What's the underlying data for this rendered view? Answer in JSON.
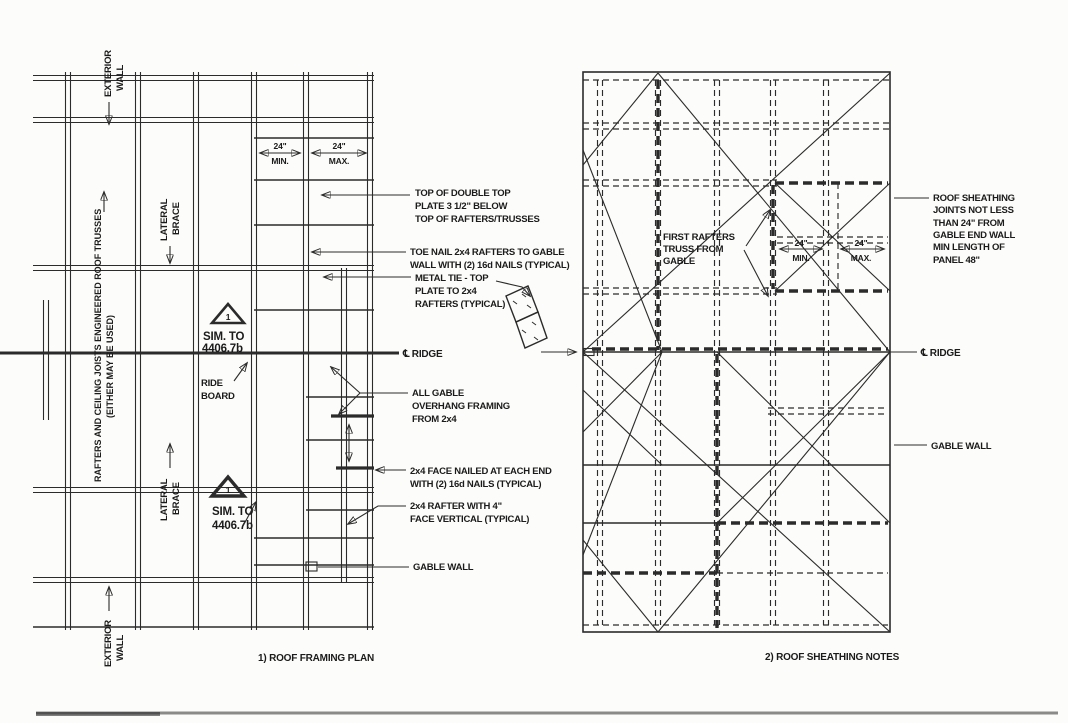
{
  "d1": {
    "caption": "1) ROOF FRAMING PLAN",
    "ext_wall_top_1": "EXTERIOR",
    "ext_wall_top_2": "WALL",
    "ext_wall_bot_1": "EXTERIOR",
    "ext_wall_bot_2": "WALL",
    "lat_brace_up_1": "LATERAL",
    "lat_brace_up_2": "BRACE",
    "lat_brace_lo_1": "LATERAL",
    "lat_brace_lo_2": "BRACE",
    "trusses_1": "RAFTERS AND CEILING JOISTS ENGINEERED ROOF TRUSSES",
    "trusses_2": "(EITHER MAY BE USED)",
    "marker1_num": "1",
    "marker2_num": "1",
    "sim1_1": "SIM. TO",
    "sim1_2": "4406.7b",
    "sim2_1": "SIM. TO",
    "sim2_2": "4406.7b",
    "ride_1": "RIDE",
    "ride_2": "BOARD",
    "dim_24a": "24\"",
    "dim_min": "MIN.",
    "dim_24b": "24\"",
    "dim_max": "MAX.",
    "ridge": "℄ RIDGE",
    "n1_1": "TOP OF DOUBLE TOP",
    "n1_2": "PLATE 3 1/2\" BELOW",
    "n1_3": "TOP OF RAFTERS/TRUSSES",
    "n2_1": "TOE NAIL 2x4 RAFTERS TO GABLE",
    "n2_2": "WALL WITH (2) 16d NAILS (TYPICAL)",
    "n3_1": "METAL TIE - TOP",
    "n3_2": "PLATE TO 2x4",
    "n3_3": "RAFTERS (TYPICAL)",
    "n4_1": "ALL GABLE",
    "n4_2": "OVERHANG FRAMING",
    "n4_3": "FROM 2x4",
    "n5_1": "2x4 FACE NAILED AT EACH END",
    "n5_2": "WITH (2) 16d NAILS (TYPICAL)",
    "n6_1": "2x4 RAFTER WITH 4\"",
    "n6_2": "FACE VERTICAL (TYPICAL)",
    "n7": "GABLE WALL"
  },
  "d2": {
    "caption": "2) ROOF SHEATHING NOTES",
    "fr_1": "FIRST RAFTERS",
    "fr_2": "TRUSS FROM",
    "fr_3": "GABLE",
    "dim_24a": "24\"",
    "dim_min": "MIN.",
    "dim_24b": "24\"",
    "dim_max": "MAX.",
    "note_1": "ROOF SHEATHING",
    "note_2": "JOINTS NOT LESS",
    "note_3": "THAN 24\" FROM",
    "note_4": "GABLE END WALL",
    "note_5": "MIN LENGTH OF",
    "note_6": "PANEL 48\"",
    "ridge": "℄ RIDGE",
    "gable_wall": "GABLE WALL"
  }
}
